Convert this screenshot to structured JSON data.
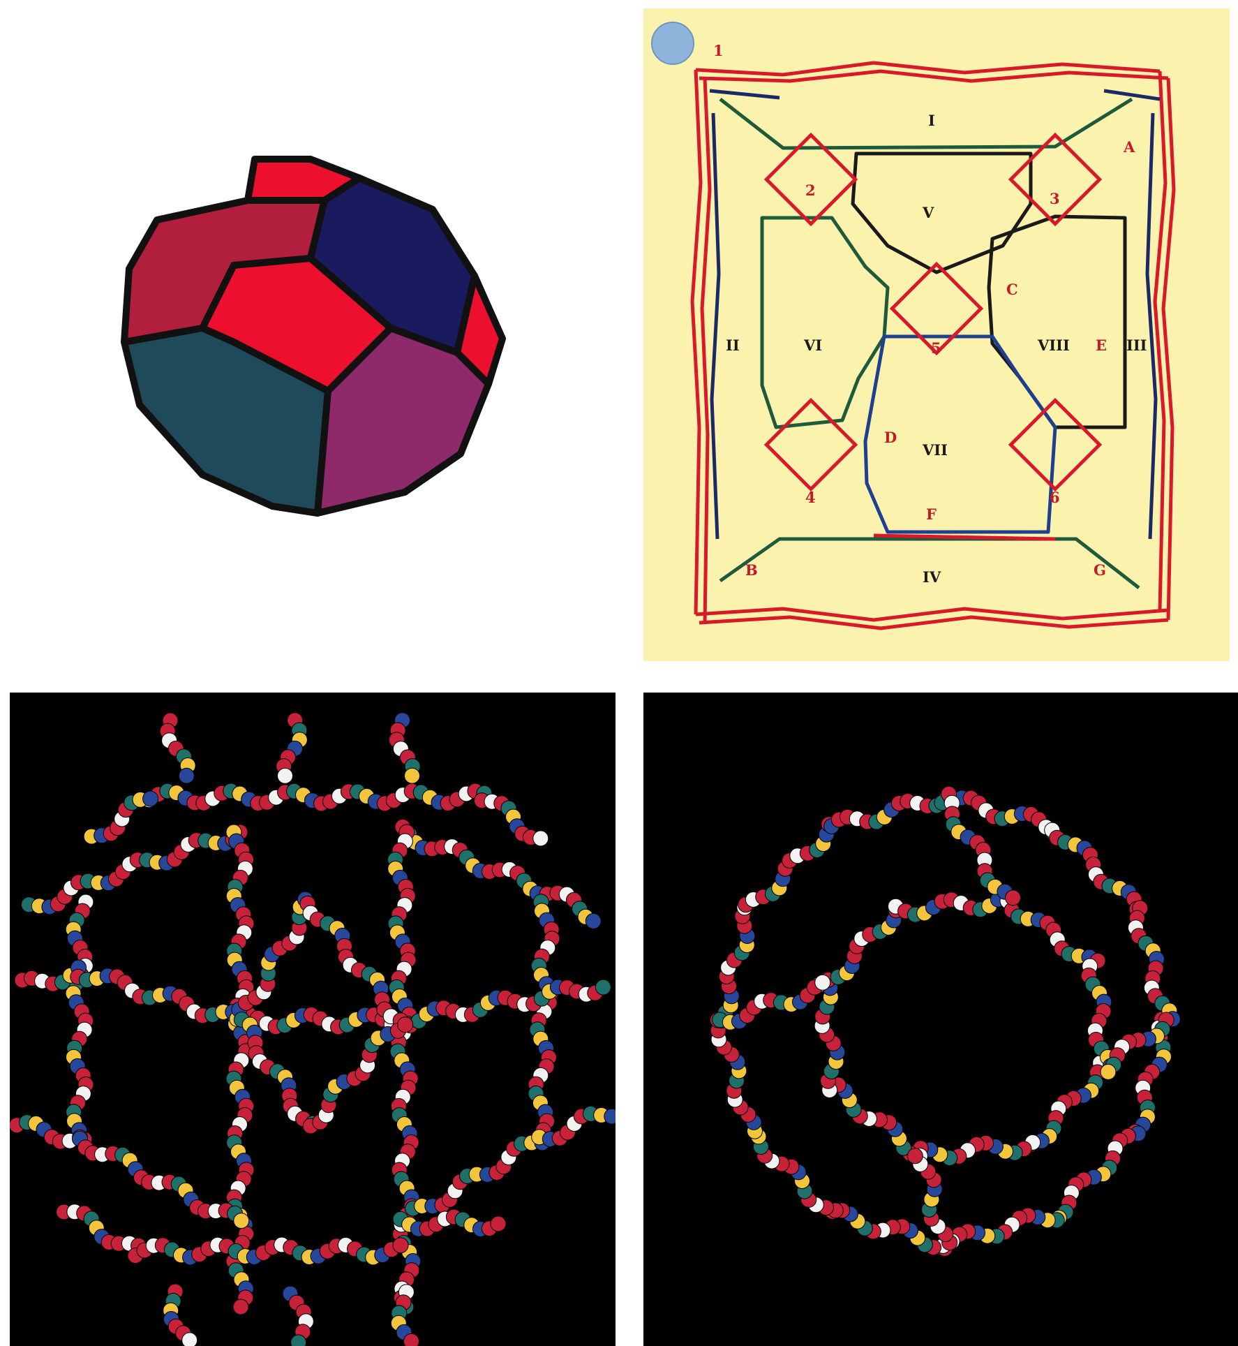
{
  "colors": {
    "diagram_background": "#fbf3ad",
    "polyhedron_red": "#ec0f2e",
    "polyhedron_crimson": "#b21f3c",
    "polyhedron_navy": "#1a1a5e",
    "polyhedron_teal": "#1f4a5a",
    "polyhedron_magenta": "#8e2a6a",
    "strand_red": "#d9182a",
    "strand_navy": "#1b2a66",
    "strand_green": "#1f5a3c",
    "strand_blue": "#1f3f8f",
    "helix_red": "#c8213a",
    "helix_white": "#f2f2f2",
    "helix_yellow": "#f2c53d",
    "helix_teal": "#1f6f6a",
    "helix_blue": "#27489a",
    "label_red": "#c41a2a",
    "label_dark": "#1a1a1a"
  },
  "diagram": {
    "start_label": "1",
    "face_labels": {
      "I": "I",
      "II": "II",
      "III": "III",
      "IV": "IV",
      "V": "V",
      "VI": "VI",
      "VII": "VII",
      "VIII": "VIII"
    },
    "junction_labels": [
      "2",
      "3",
      "5",
      "4",
      "6"
    ],
    "edge_labels": {
      "A": "A",
      "B": "B",
      "C": "C",
      "D": "D",
      "E": "E",
      "F": "F",
      "G": "G"
    }
  }
}
